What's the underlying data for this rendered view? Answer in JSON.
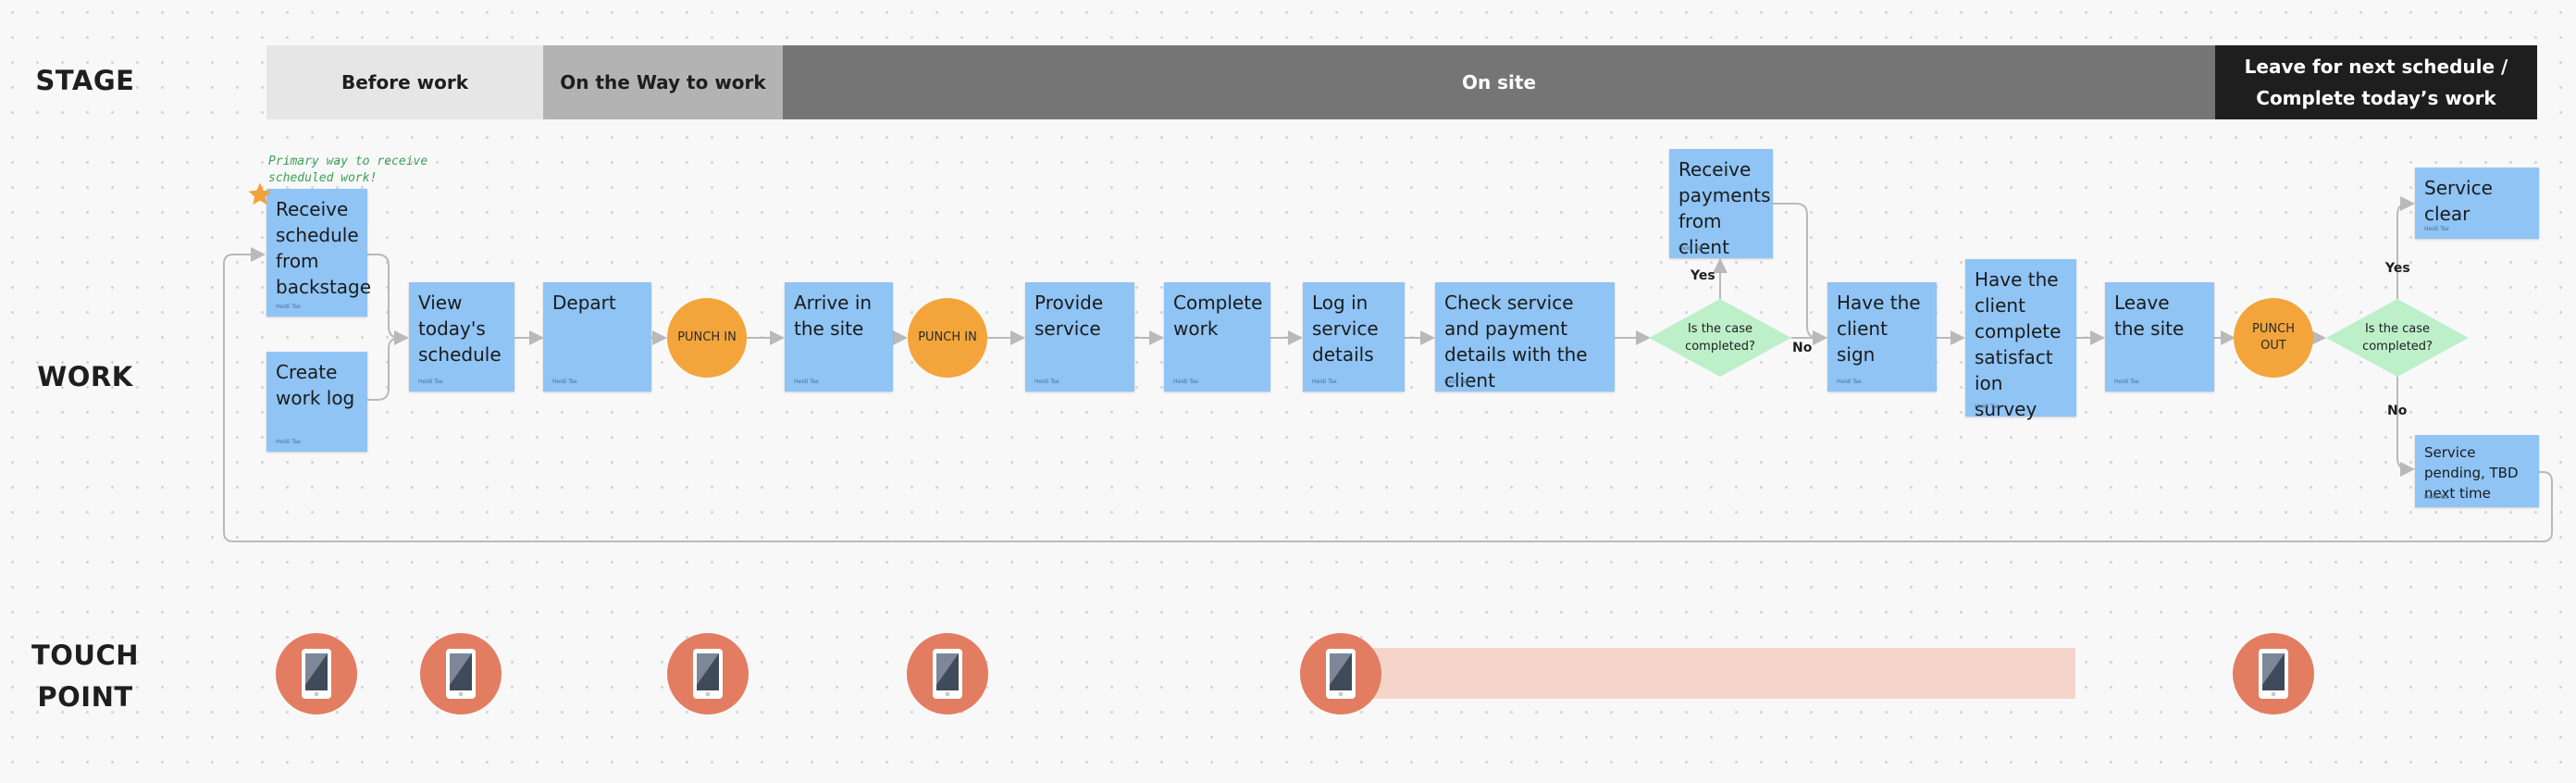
{
  "rows": {
    "stage": "STAGE",
    "work": "WORK",
    "touch_point": [
      "TOUCH",
      "POINT"
    ]
  },
  "stages": [
    {
      "label": "Before work",
      "color": "#e6e6e6",
      "text_color": "#1e1e1e"
    },
    {
      "label": "On the Way to work",
      "color": "#b3b3b3",
      "text_color": "#1e1e1e"
    },
    {
      "label": "On site",
      "color": "#757575",
      "text_color": "#ffffff"
    },
    {
      "label": "Leave for next schedule / Complete today's work",
      "label_lines": [
        "Leave for next schedule /",
        "Complete today’s work"
      ],
      "color": "#1e1e1e",
      "text_color": "#ffffff"
    }
  ],
  "note": {
    "lines": [
      "Primary way to receive",
      "scheduled work!"
    ],
    "icon": "star-icon",
    "color": "#3aa156"
  },
  "stickies": {
    "receive_schedule": "Receive schedule from backstage",
    "create_work_log": "Create work log",
    "view_schedule": "View today's schedule",
    "depart": "Depart",
    "arrive": "Arrive in the site",
    "provide_service": "Provide service",
    "complete_work": "Complete work",
    "log_service": "Log in service details",
    "check_service": "Check service and payment details with the client",
    "receive_payments": "Receive payments from client",
    "client_sign": "Have the client sign",
    "survey": "Have the client complete satisfact ion survey",
    "leave_site": "Leave the site",
    "service_clear": "Service clear",
    "service_pending": "Service pending, TBD next time",
    "author": "Heidi Tse",
    "color": "#8fc4f5"
  },
  "punches": {
    "punch_in_1": "PUNCH IN",
    "punch_in_2": "PUNCH IN",
    "punch_out": [
      "PUNCH",
      "OUT"
    ],
    "color": "#f3a53b"
  },
  "decisions": {
    "d1": [
      "Is the case",
      "completed?"
    ],
    "d2": [
      "Is the case",
      "completed?"
    ],
    "color": "#bdf0c9"
  },
  "edge_labels": {
    "d1_yes": "Yes",
    "d1_no": "No",
    "d2_yes": "Yes",
    "d2_no": "No"
  },
  "touch_points": {
    "icon": "mobile-phone-icon",
    "circle_color": "#e27d62",
    "bar_color": "#f5d5ca"
  }
}
